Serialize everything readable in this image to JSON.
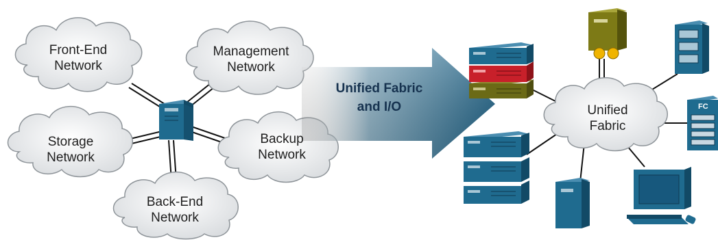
{
  "clouds": {
    "front_end": [
      "Front-End",
      "Network"
    ],
    "management": [
      "Management",
      "Network"
    ],
    "storage": [
      "Storage",
      "Network"
    ],
    "backup": [
      "Backup",
      "Network"
    ],
    "back_end": [
      "Back-End",
      "Network"
    ],
    "unified": [
      "Unified",
      "Fabric"
    ]
  },
  "arrow": {
    "line1": "Unified Fabric",
    "line2": "and I/O"
  },
  "storage_array": {
    "badge": "FC"
  },
  "colors": {
    "device_blue": "#1f6b8f",
    "device_dark": "#124a66",
    "server_red": "#c8202a",
    "server_olive": "#6b6a16",
    "tower_olive": "#7d7a16",
    "disk_yellow": "#f0b400",
    "arrow_blue": "#17587d",
    "cloud_fill": "#eef0f1",
    "cloud_stroke": "#8e9499"
  }
}
